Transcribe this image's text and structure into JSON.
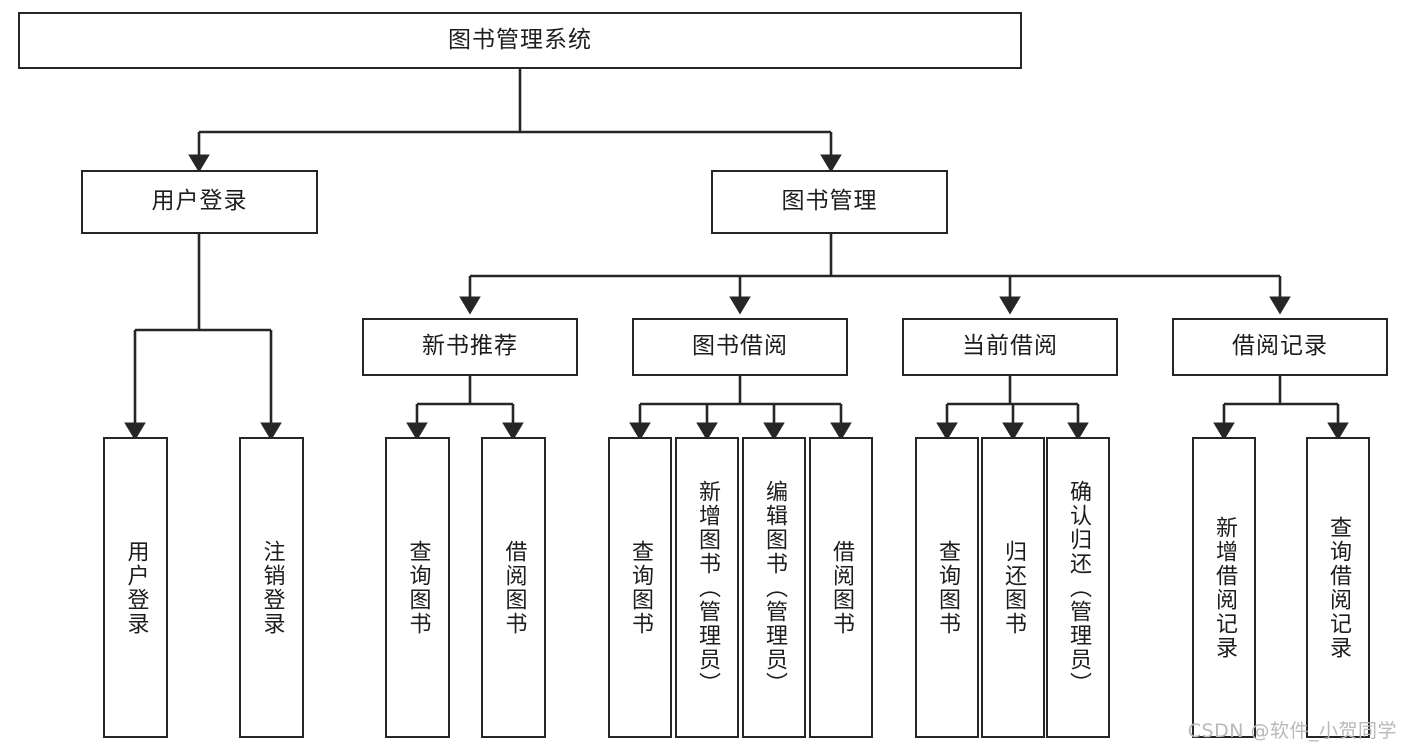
{
  "diagram": {
    "title": "图书管理系统",
    "type": "hierarchy-tree",
    "root": {
      "label": "图书管理系统"
    },
    "level2": [
      {
        "id": "user-login",
        "label": "用户登录"
      },
      {
        "id": "book-management",
        "label": "图书管理"
      }
    ],
    "level3": [
      {
        "id": "new-book-recommend",
        "label": "新书推荐",
        "parent": "book-management"
      },
      {
        "id": "book-borrow",
        "label": "图书借阅",
        "parent": "book-management"
      },
      {
        "id": "current-borrow",
        "label": "当前借阅",
        "parent": "book-management"
      },
      {
        "id": "borrow-record",
        "label": "借阅记录",
        "parent": "book-management"
      }
    ],
    "leaves": [
      {
        "id": "leaf-user-login",
        "label": "用户登录",
        "parent": "user-login"
      },
      {
        "id": "leaf-logout-login",
        "label": "注销登录",
        "parent": "user-login"
      },
      {
        "id": "leaf-query-book-1",
        "label": "查询图书",
        "parent": "new-book-recommend"
      },
      {
        "id": "leaf-borrow-book-1",
        "label": "借阅图书",
        "parent": "new-book-recommend"
      },
      {
        "id": "leaf-query-book-2",
        "label": "查询图书",
        "parent": "book-borrow"
      },
      {
        "id": "leaf-add-book",
        "label": "新增图书（管理员）",
        "parent": "book-borrow"
      },
      {
        "id": "leaf-edit-book",
        "label": "编辑图书（管理员）",
        "parent": "book-borrow"
      },
      {
        "id": "leaf-borrow-book-2",
        "label": "借阅图书",
        "parent": "book-borrow"
      },
      {
        "id": "leaf-query-book-3",
        "label": "查询图书",
        "parent": "current-borrow"
      },
      {
        "id": "leaf-return-book",
        "label": "归还图书",
        "parent": "current-borrow"
      },
      {
        "id": "leaf-confirm-return",
        "label": "确认归还（管理员）",
        "parent": "current-borrow"
      },
      {
        "id": "leaf-add-record",
        "label": "新增借阅记录",
        "parent": "borrow-record"
      },
      {
        "id": "leaf-query-record",
        "label": "查询借阅记录",
        "parent": "borrow-record"
      }
    ],
    "colors": {
      "box_border": "#262626",
      "box_fill": "#ffffff",
      "edge": "#262626",
      "text": "#1d1d1d",
      "watermark": "#b9b9b9",
      "background": "#ffffff"
    }
  },
  "watermark": {
    "text": "CSDN @软件_小贺同学"
  }
}
